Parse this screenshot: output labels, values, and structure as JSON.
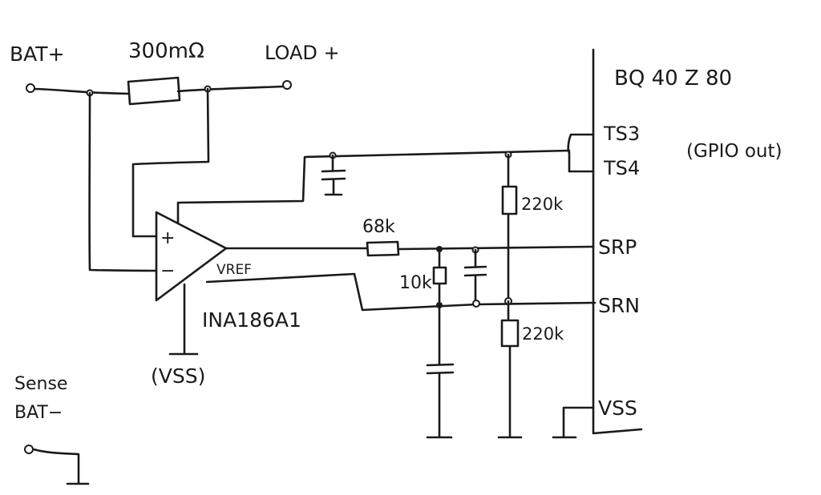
{
  "labels": {
    "bat_plus": "BAT+",
    "shunt": "300mΩ",
    "load_plus": "LOAD +",
    "chip": "BQ 40 Z 80",
    "ts3": "TS3",
    "ts4": "TS4",
    "gpio": "(GPIO out)",
    "r_pullup": "220k",
    "r_pulldown": "220k",
    "r_series": "68k",
    "r_shunt": "10k",
    "srp": "SRP",
    "srn": "SRN",
    "plus_in": "+",
    "minus_in": "−",
    "vref": "VREF",
    "amp": "INA186A1",
    "vss_amp": "(VSS)",
    "vss_chip": "VSS",
    "sense_line1": "Sense",
    "sense_line2": "BAT−"
  }
}
